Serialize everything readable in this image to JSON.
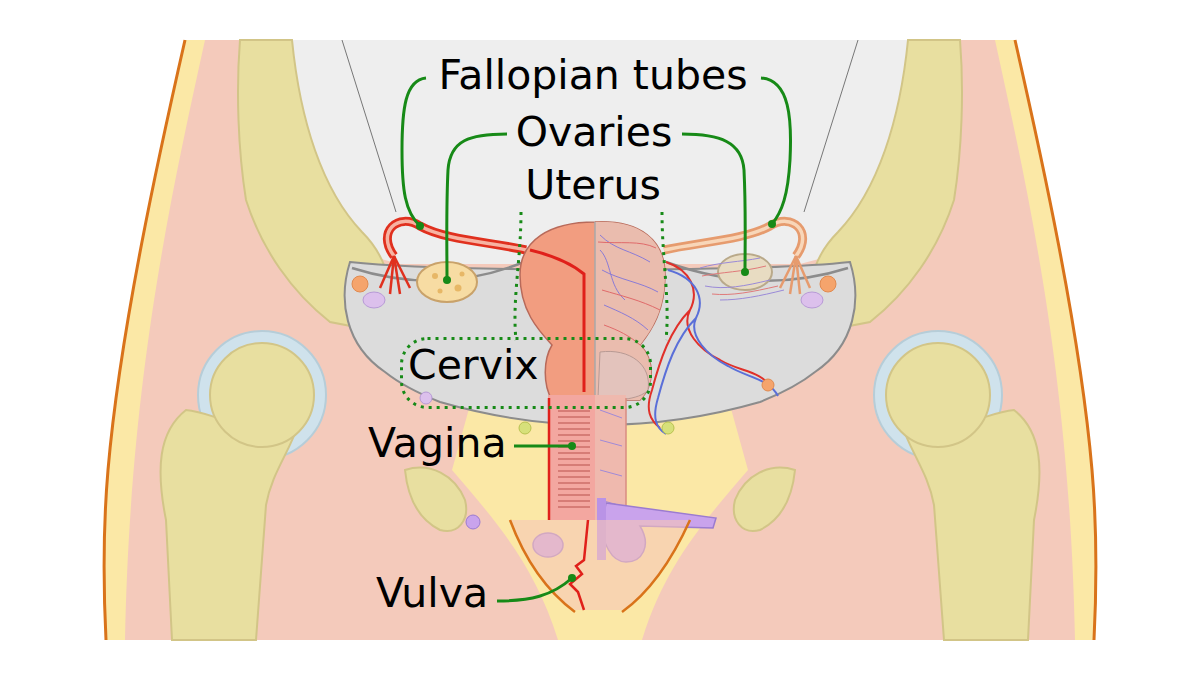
{
  "diagram": {
    "nodes": [
      {
        "text": [
          "Cervix"
        ]
      }
    ],
    "labels": [
      "Fallopian tubes",
      "Ovaries",
      "Uterus",
      "Vagina",
      "Vulva"
    ]
  }
}
